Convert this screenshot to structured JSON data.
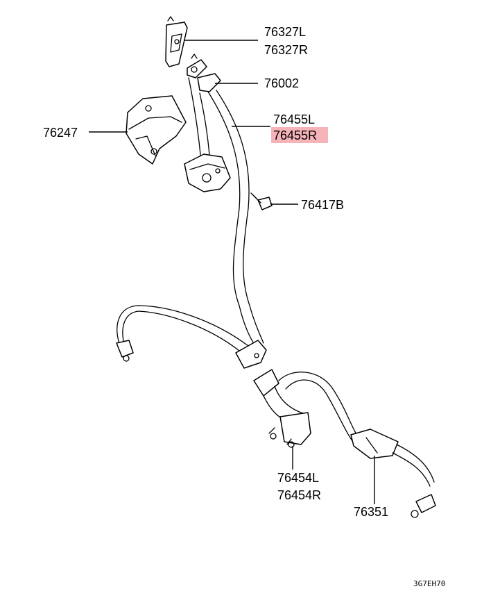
{
  "diagram": {
    "code": "3G7EH70",
    "highlight_color": "#f6b3b8",
    "parts": [
      {
        "id": "76327L"
      },
      {
        "id": "76327R"
      },
      {
        "id": "76002"
      },
      {
        "id": "76455L"
      },
      {
        "id": "76455R",
        "highlighted": true
      },
      {
        "id": "76247"
      },
      {
        "id": "76417B"
      },
      {
        "id": "76454L"
      },
      {
        "id": "76454R"
      },
      {
        "id": "76351"
      }
    ]
  }
}
